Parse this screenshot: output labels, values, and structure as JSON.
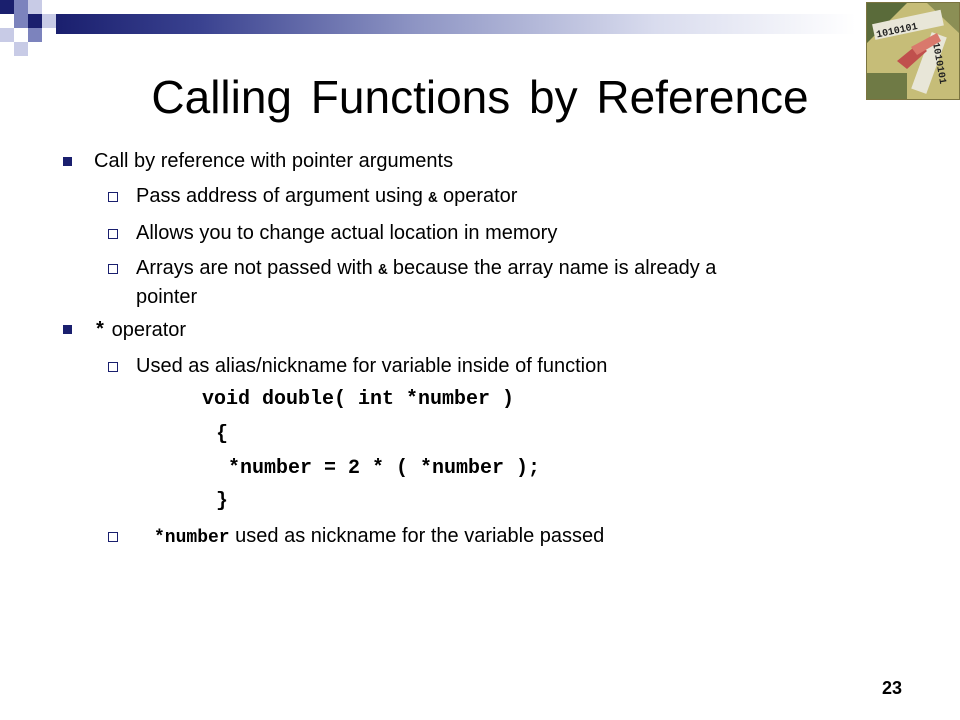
{
  "slide": {
    "title": "Calling Functions by Reference",
    "page_number": "23",
    "accent_color": "#1a1f6e"
  },
  "bullets": {
    "b1": {
      "text": "Call by reference with pointer arguments"
    },
    "b1_1": {
      "pre": "Pass address of argument using ",
      "code": "&",
      "post": " operator"
    },
    "b1_2": {
      "text": "Allows you to change actual location in memory"
    },
    "b1_3": {
      "pre": "Arrays are not passed with ",
      "code": "&",
      "post": " because the array name is already a",
      "line2": "pointer"
    },
    "b2": {
      "code": "*",
      "post": " operator"
    },
    "b2_1": {
      "text": "Used as alias/nickname for variable inside of function"
    },
    "b2_2": {
      "code": "*number",
      "post": " used as nickname for the variable passed"
    }
  },
  "code_lines": [
    "void double( int *number )",
    "{",
    "*number = 2 * ( *number );",
    "}"
  ]
}
